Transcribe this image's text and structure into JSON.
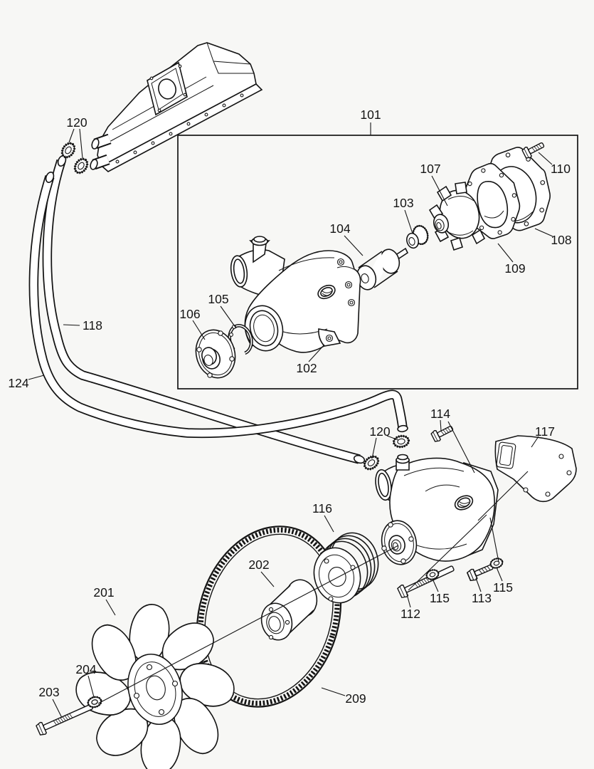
{
  "figure": {
    "kind": "exploded-parts-diagram"
  },
  "callouts": {
    "c101": "101",
    "c102": "102",
    "c103": "103",
    "c104": "104",
    "c105": "105",
    "c106": "106",
    "c107": "107",
    "c108": "108",
    "c109": "109",
    "c110": "110",
    "c112": "112",
    "c113": "113",
    "c114": "114",
    "c115a": "115",
    "c115b": "115",
    "c116": "116",
    "c117": "117",
    "c118": "118",
    "c120a": "120",
    "c120b": "120",
    "c124": "124",
    "c201": "201",
    "c202": "202",
    "c203": "203",
    "c204": "204",
    "c209": "209"
  },
  "colors": {
    "background": "#f7f7f5",
    "line": "#141414",
    "part_fill": "#ffffff"
  }
}
